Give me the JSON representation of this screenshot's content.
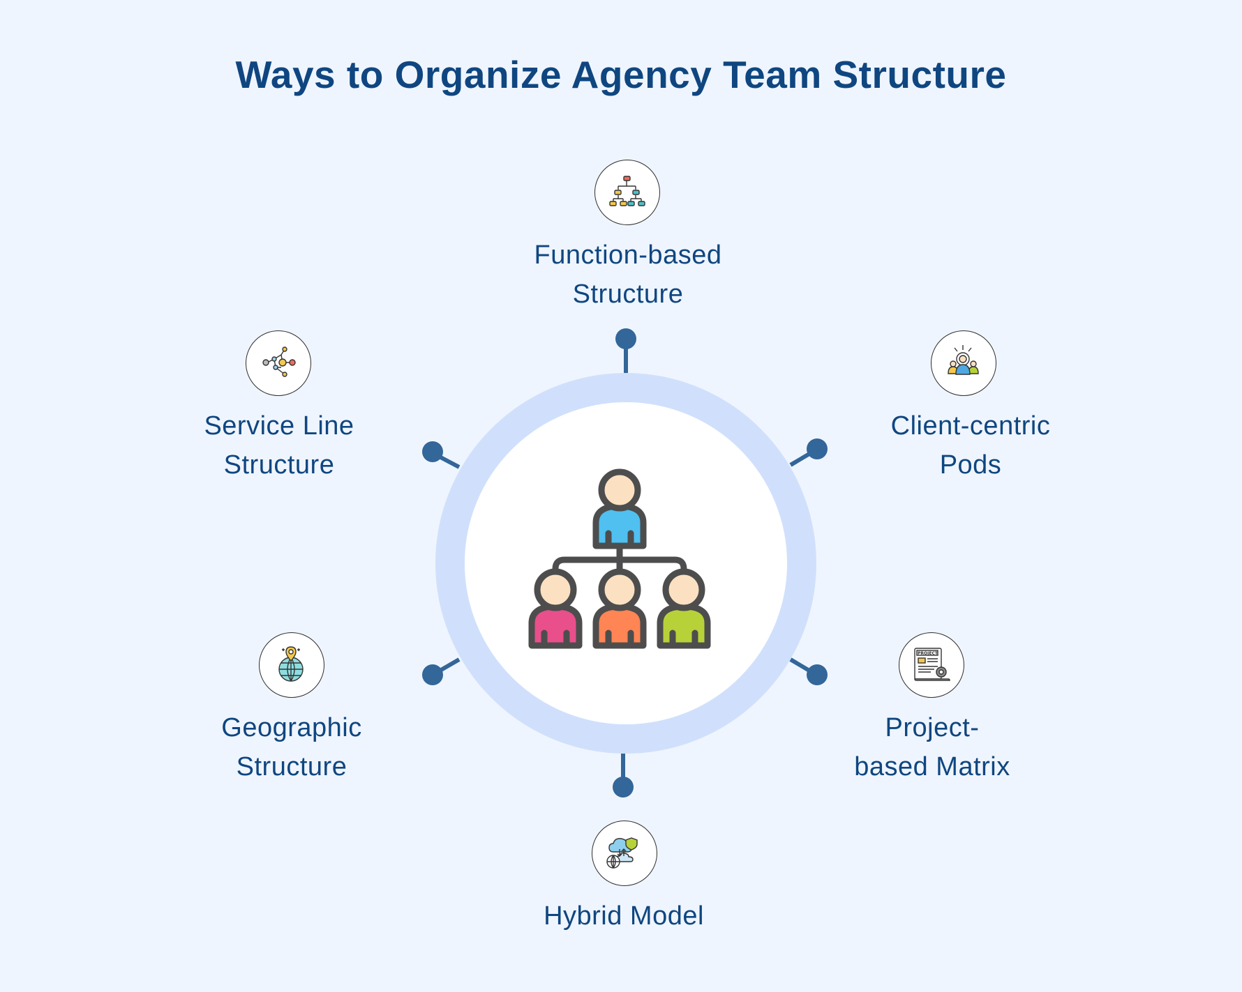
{
  "title": "Ways to Organize Agency Team Structure",
  "center": {
    "icon": "org-chart-people-icon"
  },
  "items": [
    {
      "icon": "hierarchy-chart-icon",
      "label_lines": [
        "Function-based",
        "Structure"
      ]
    },
    {
      "icon": "team-target-icon",
      "label_lines": [
        "Client-centric",
        "Pods"
      ]
    },
    {
      "icon": "project-document-gear-icon",
      "label_lines": [
        "Project-",
        "based Matrix"
      ]
    },
    {
      "icon": "cloud-globe-shield-icon",
      "label_lines": [
        "Hybrid Model"
      ]
    },
    {
      "icon": "globe-location-pin-icon",
      "label_lines": [
        "Geographic",
        "Structure"
      ]
    },
    {
      "icon": "service-network-icon",
      "label_lines": [
        "Service Line",
        "Structure"
      ]
    }
  ],
  "colors": {
    "background": "#eff5fe",
    "title": "#0f4680",
    "ring": "#d0e0fc",
    "connector": "#336699",
    "label": "#0f4680"
  }
}
